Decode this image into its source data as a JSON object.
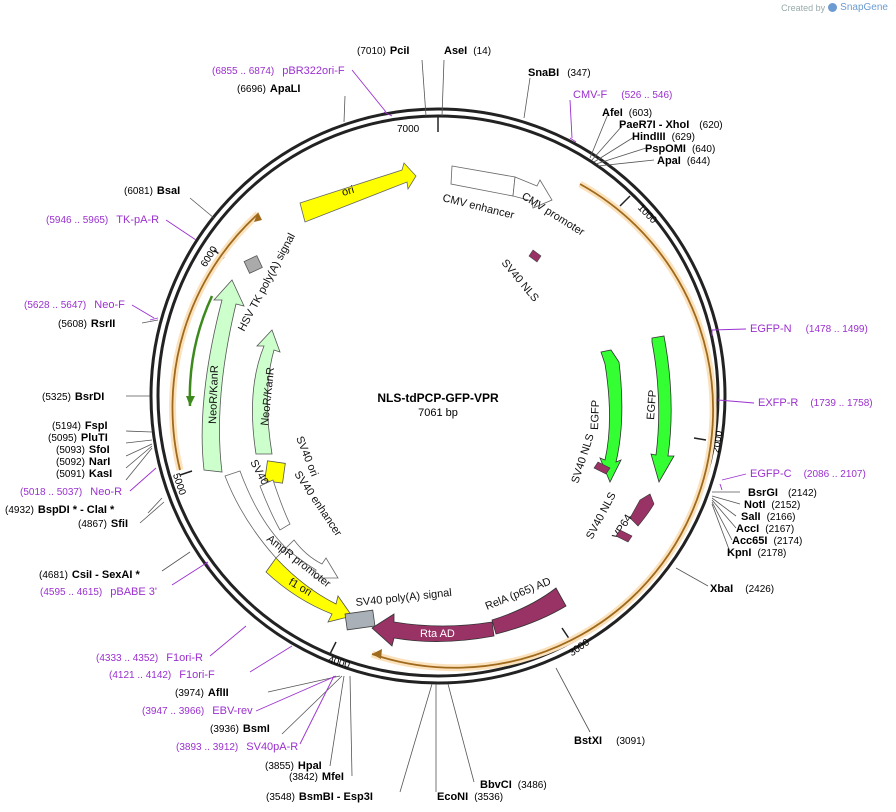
{
  "credit": {
    "prefix": "Created by",
    "brand": "SnapGene"
  },
  "plasmid": {
    "name": "NLS-tdPCP-GFP-VPR",
    "length_label": "7061 bp"
  },
  "ticks": [
    "1000",
    "2000",
    "3000",
    "4000",
    "5000",
    "6000",
    "7000"
  ],
  "sites_left": [
    {
      "pos": "(7010)",
      "name": "PciI"
    },
    {
      "pos": "(6696)",
      "name": "ApaLI"
    },
    {
      "pos": "(6081)",
      "name": "BsaI"
    },
    {
      "pos": "(5608)",
      "name": "RsrII"
    },
    {
      "pos": "(5325)",
      "name": "BsrDI"
    },
    {
      "pos": "(5194)",
      "name": "FspI"
    },
    {
      "pos": "(5095)",
      "name": "PluTI"
    },
    {
      "pos": "(5093)",
      "name": "SfoI"
    },
    {
      "pos": "(5092)",
      "name": "NarI"
    },
    {
      "pos": "(5091)",
      "name": "KasI"
    },
    {
      "pos": "(4932)",
      "name": "BspDI *  - ClaI *"
    },
    {
      "pos": "(4867)",
      "name": "SfiI"
    },
    {
      "pos": "(4681)",
      "name": "CsiI  - SexAI *"
    },
    {
      "pos": "(3974)",
      "name": "AflII"
    },
    {
      "pos": "(3936)",
      "name": "BsmI"
    },
    {
      "pos": "(3855)",
      "name": "HpaI"
    },
    {
      "pos": "(3842)",
      "name": "MfeI"
    },
    {
      "pos": "(3548)",
      "name": "BsmBI  - Esp3I"
    }
  ],
  "sites_right": [
    {
      "name": "AseI",
      "pos": "(14)"
    },
    {
      "name": "SnaBI",
      "pos": "(347)"
    },
    {
      "name": "AfeI",
      "pos": "(603)"
    },
    {
      "name": "PaeR7I  - XhoI",
      "pos": "(620)"
    },
    {
      "name": "HindIII",
      "pos": "(629)"
    },
    {
      "name": "PspOMI",
      "pos": "(640)"
    },
    {
      "name": "ApaI",
      "pos": "(644)"
    },
    {
      "name": "BsrGI",
      "pos": "(2142)"
    },
    {
      "name": "NotI",
      "pos": "(2152)"
    },
    {
      "name": "SalI",
      "pos": "(2166)"
    },
    {
      "name": "AccI",
      "pos": "(2167)"
    },
    {
      "name": "Acc65I",
      "pos": "(2174)"
    },
    {
      "name": "KpnI",
      "pos": "(2178)"
    },
    {
      "name": "XbaI",
      "pos": "(2426)"
    },
    {
      "name": "BstXI",
      "pos": "(3091)"
    },
    {
      "name": "BbvCI",
      "pos": "(3486)"
    },
    {
      "name": "EcoNI",
      "pos": "(3536)"
    }
  ],
  "primers": [
    {
      "range": "(6855 .. 6874)",
      "name": "pBR322ori-F"
    },
    {
      "range": "(5946 .. 5965)",
      "name": "TK-pA-R"
    },
    {
      "range": "(5628 .. 5647)",
      "name": "Neo-F"
    },
    {
      "range": "(5018 .. 5037)",
      "name": "Neo-R"
    },
    {
      "range": "(4595 .. 4615)",
      "name": "pBABE 3'"
    },
    {
      "range": "(4333 .. 4352)",
      "name": "F1ori-R"
    },
    {
      "range": "(4121 .. 4142)",
      "name": "F1ori-F"
    },
    {
      "range": "(3947 .. 3966)",
      "name": "EBV-rev"
    },
    {
      "range": "(3893 .. 3912)",
      "name": "SV40pA-R"
    },
    {
      "name": "CMV-F",
      "range": "(526 .. 546)"
    },
    {
      "name": "EGFP-N",
      "range": "(1478 .. 1499)"
    },
    {
      "name": "EXFP-R",
      "range": "(1739 .. 1758)"
    },
    {
      "name": "EGFP-C",
      "range": "(2086 .. 2107)"
    }
  ],
  "features": {
    "ori": "ori",
    "cmv_enhancer": "CMV enhancer",
    "cmv_promoter": "CMV promoter",
    "sv40_nls_1": "SV40 NLS",
    "hsv_tk": "HSV TK poly(A) signal",
    "neokanr_outer": "NeoR/KanR",
    "neokanr_inner": "NeoR/KanR",
    "sv40_ori": "SV40 ori",
    "sv40_promoter": "SV40 promoter",
    "sv40_enhancer": "SV40 enhancer",
    "ampr_promoter": "AmpR promoter",
    "f1_ori": "f1 ori",
    "egfp_1": "EGFP",
    "egfp_2": "EGFP",
    "sv40_nls_2": "SV40 NLS",
    "sv40_nls_3": "SV40 NLS",
    "vp64": "VP64",
    "rela": "RelA (p65) AD",
    "sv40_polya": "SV40 poly(A) signal",
    "rta": "Rta AD"
  },
  "colors": {
    "ori": "#ffff00",
    "egfp": "#33ff33",
    "neokanr": "#ccffcc",
    "vpr": "#993366",
    "primer": "#9b30d0",
    "orange": "#e8a24a"
  }
}
